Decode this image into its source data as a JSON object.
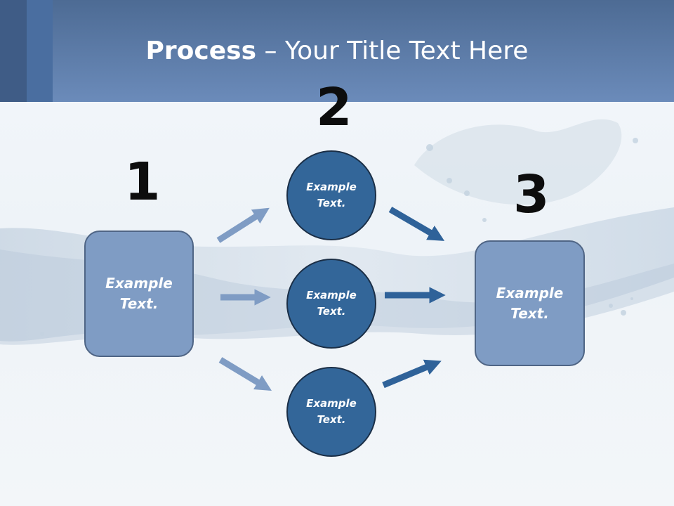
{
  "title": {
    "bold": "Process",
    "rest": " – Your Title Text Here"
  },
  "steps": [
    {
      "number": "1",
      "text_line1": "Example",
      "text_line2": "Text."
    },
    {
      "number": "2",
      "text_line1": "Example",
      "text_line2": "Text."
    },
    {
      "number": "3",
      "text_line1": "Example",
      "text_line2": "Text."
    }
  ],
  "middle": [
    {
      "text_line1": "Example",
      "text_line2": "Text."
    },
    {
      "text_line1": "Example",
      "text_line2": "Text."
    },
    {
      "text_line1": "Example",
      "text_line2": "Text."
    }
  ],
  "colors": {
    "header": "#6b8bba",
    "box_fill": "#7f9cc4",
    "circle_fill": "#336699",
    "arrow_light": "#7f9cc4",
    "arrow_dark": "#2f6299"
  }
}
